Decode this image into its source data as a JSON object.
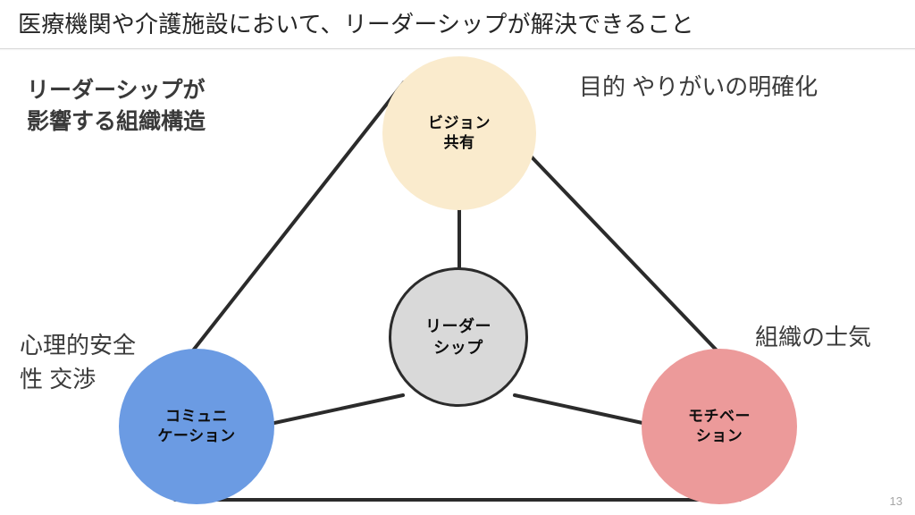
{
  "slide": {
    "title": "医療機関や介護施設において、リーダーシップが解決できること",
    "page_number": "13",
    "background_color": "#ffffff",
    "title_color": "#262626"
  },
  "subtitle": {
    "text": "リーダーシップが\n影響する組織構造"
  },
  "diagram": {
    "type": "triangle-hub-and-spoke",
    "nodes": [
      {
        "id": "vision",
        "label": "ビジョン\n共有",
        "color": "#FAEBCD",
        "text_color": "#0d0d0d",
        "position": "top"
      },
      {
        "id": "leadership",
        "label": "リーダー\nシップ",
        "color": "#D9D9D9",
        "stroke_color": "#2b2b2b",
        "text_color": "#0d0d0d",
        "position": "center"
      },
      {
        "id": "communication",
        "label": "コミュニ\nケーション",
        "color": "#6B9BE3",
        "text_color": "#0d0d0d",
        "position": "bottom-left"
      },
      {
        "id": "motivation",
        "label": "モチベー\nション",
        "color": "#EC9A9A",
        "text_color": "#0d0d0d",
        "position": "bottom-right"
      }
    ],
    "connector_color": "#2b2b2b",
    "connectors": [
      {
        "from": "communication",
        "to": "vision",
        "kind": "triangle-edge"
      },
      {
        "from": "vision",
        "to": "motivation",
        "kind": "triangle-edge"
      },
      {
        "from": "communication",
        "to": "motivation",
        "kind": "triangle-base"
      },
      {
        "from": "vision",
        "to": "leadership",
        "kind": "spoke"
      },
      {
        "from": "leadership",
        "to": "communication",
        "kind": "spoke"
      },
      {
        "from": "leadership",
        "to": "motivation",
        "kind": "spoke"
      }
    ]
  },
  "annotations": [
    {
      "id": "purpose",
      "text": "目的 やりがいの明確化",
      "attached_to": "vision"
    },
    {
      "id": "psych-safety",
      "text": "心理的安全\n性 交渉",
      "attached_to": "communication"
    },
    {
      "id": "morale",
      "text": "組織の士気",
      "attached_to": "motivation"
    }
  ]
}
